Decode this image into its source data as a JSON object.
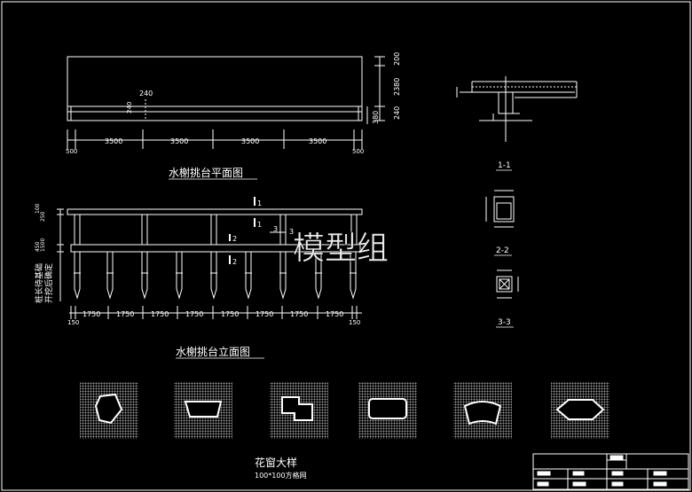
{
  "plan": {
    "title": "水榭挑台平面图",
    "dims_top": [
      "200",
      "2380",
      "240"
    ],
    "dims_side": [
      "380"
    ],
    "mid_labels": [
      "240",
      "240"
    ],
    "spans": [
      "3500",
      "3500",
      "3500",
      "3500"
    ],
    "ends": [
      "500",
      "500"
    ]
  },
  "elevation": {
    "title": "水榭挑台立面图",
    "left_dims": [
      "100",
      "250",
      "450",
      "1500"
    ],
    "note_line1": "桩长待基础",
    "note_line2": "开挖后确定",
    "spans": [
      "1750",
      "1750",
      "1750",
      "1750",
      "1750",
      "1750",
      "1750",
      "1750"
    ],
    "ends": [
      "150",
      "150"
    ],
    "markers": [
      "1",
      "1",
      "2",
      "2",
      "3",
      "3"
    ]
  },
  "sections": {
    "s1": "1-1",
    "s2": "2-2",
    "s3": "3-3"
  },
  "lattice": {
    "title": "花窗大样",
    "subtitle": "100*100方格网"
  },
  "watermark": "模型组"
}
